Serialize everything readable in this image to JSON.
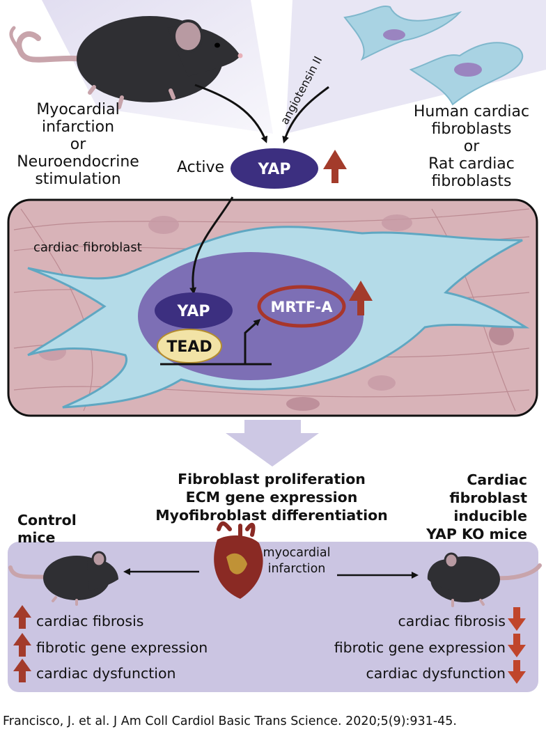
{
  "sources": {
    "left": [
      "Myocardial",
      "infarction",
      "or",
      "Neuroendocrine",
      "stimulation"
    ],
    "right": [
      "Human cardiac",
      "fibroblasts",
      "or",
      "Rat cardiac",
      "fibroblasts"
    ],
    "stimulus": "angiotensin II"
  },
  "active_label": "Active",
  "yap_label": "YAP",
  "cell": {
    "label": "cardiac fibroblast",
    "yap": "YAP",
    "tead": "TEAD",
    "mrtf": "MRTF-A"
  },
  "outcomes": [
    "Fibroblast proliferation",
    "ECM gene expression",
    "Myofibroblast differentiation"
  ],
  "control": {
    "title": [
      "Control",
      "mice"
    ],
    "effects": [
      "cardiac fibrosis",
      "fibrotic gene expression",
      "cardiac dysfunction"
    ]
  },
  "ko": {
    "title": [
      "Cardiac",
      "fibroblast",
      "inducible",
      "YAP KO mice"
    ],
    "effects": [
      "cardiac fibrosis",
      "fibrotic gene expression",
      "cardiac dysfunction"
    ]
  },
  "center_label": [
    "myocardial",
    "infarction"
  ],
  "citation": "Francisco, J. et al. J Am Coll Cardiol Basic Trans Science. 2020;5(9):931-45.",
  "colors": {
    "yap_fill": "#3c2f80",
    "up_arrow": "#a33b2b",
    "down_arrow": "#c0452b",
    "tead_fill": "#f2e3a6",
    "mrtf_outline": "#a8362b",
    "cell_fill": "#b4dbe8",
    "nucleus_fill": "#7d6fb5",
    "tissue_fill": "#d8b3b8",
    "bottom_panel": "#cbc5e2",
    "beam": "#cdc8e4"
  }
}
